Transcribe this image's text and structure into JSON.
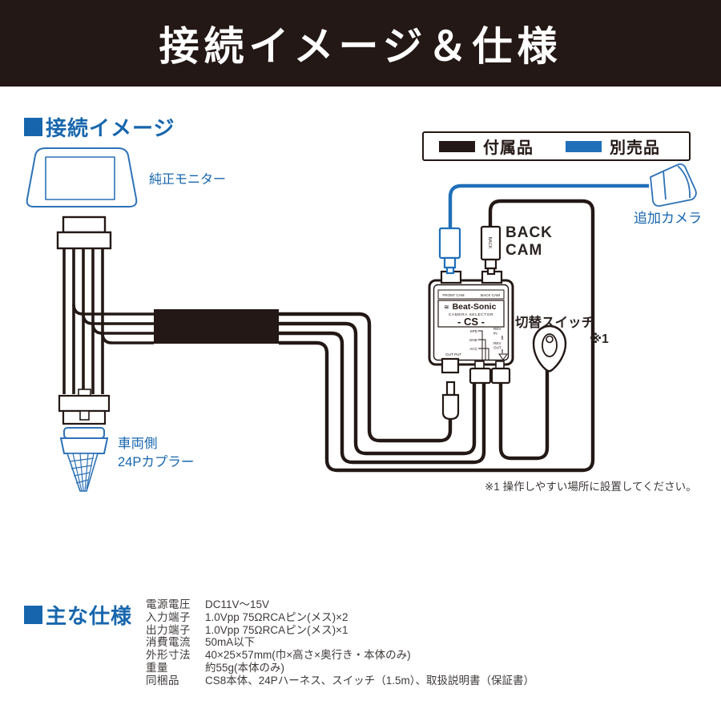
{
  "page_title": "接続イメージ＆仕様",
  "sections": {
    "connection_heading": "接続イメージ",
    "specs_heading": "主な仕様"
  },
  "legend": {
    "included_label": "付属品",
    "separate_label": "別売品",
    "included_color": "#231815",
    "separate_color": "#1f6fb8"
  },
  "diagram": {
    "monitor_label": "純正モニター",
    "camera_label": "追加カメラ",
    "back_cam_label_line1": "BACK",
    "back_cam_label_line2": "CAM",
    "switch_label": "切替スイッチ",
    "switch_ref": "※1",
    "coupler_label_line1": "車両側",
    "coupler_label_line2": "24Pカプラー",
    "note": "※1 操作しやすい場所に設置してください。",
    "back_plug_label": "BACK",
    "device": {
      "jack_front": "FRONT CAM",
      "jack_back": "BACK CAM",
      "brand_mark": "≋",
      "brand": "Beat-Sonic",
      "product": "CAMERA SELECTOR",
      "model": "- CS -",
      "pin_spd": "SPD",
      "pin_gnd": "GND",
      "pin_acc": "ACC",
      "pin_rev1": "REV",
      "pin_in": "IN",
      "pin_rev2": "REV",
      "pin_out": "OUT",
      "output_label": "OUT PUT"
    }
  },
  "specs": {
    "rows": [
      {
        "label": "電源電圧",
        "value": "DC11V～15V"
      },
      {
        "label": "入力端子",
        "value": "1.0Vpp 75ΩRCAピン(メス)×2"
      },
      {
        "label": "出力端子",
        "value": "1.0Vpp 75ΩRCAピン(メス)×1"
      },
      {
        "label": "消費電流",
        "value": "50mA以下"
      },
      {
        "label": "外形寸法",
        "value": "40×25×57mm(巾×高さ×奥行き・本体のみ)"
      },
      {
        "label": "重量",
        "value": "約55g(本体のみ)"
      },
      {
        "label": "同梱品",
        "value": "CS8本体、24Pハーネス、スイッチ（1.5m）、取扱説明書（保証書）"
      }
    ]
  },
  "colors": {
    "accent_blue": "#1766ad",
    "wire_blue": "#1f6fb8",
    "ink_black": "#231815"
  }
}
